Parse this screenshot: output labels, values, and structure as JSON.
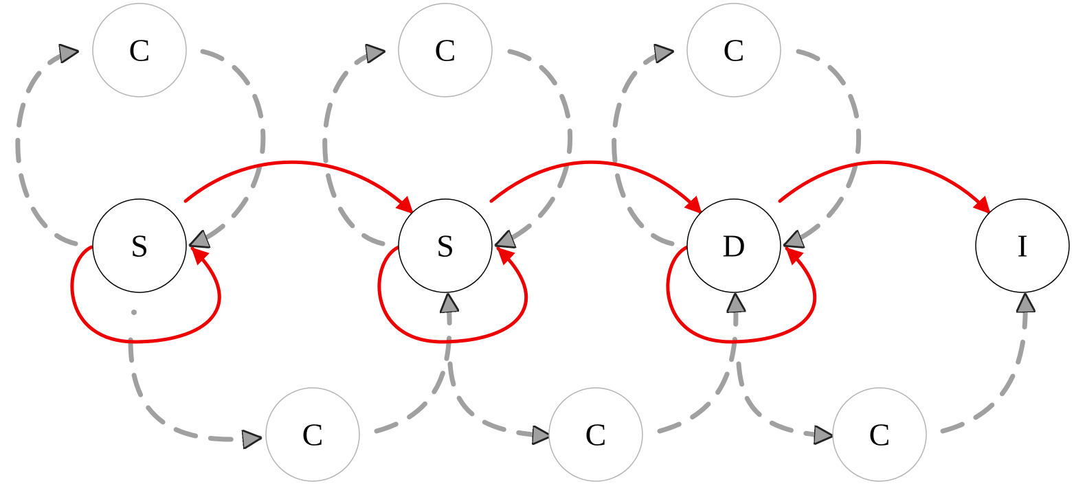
{
  "diagram": {
    "main_nodes": [
      {
        "id": "s1",
        "label": "S"
      },
      {
        "id": "s2",
        "label": "S"
      },
      {
        "id": "d",
        "label": "D"
      },
      {
        "id": "i",
        "label": "I"
      }
    ],
    "top_nodes": [
      {
        "id": "ct1",
        "label": "C"
      },
      {
        "id": "ct2",
        "label": "C"
      },
      {
        "id": "ct3",
        "label": "C"
      }
    ],
    "bottom_nodes": [
      {
        "id": "cb1",
        "label": "C"
      },
      {
        "id": "cb2",
        "label": "C"
      },
      {
        "id": "cb3",
        "label": "C"
      }
    ]
  },
  "colors": {
    "main_edge": "#ee0000",
    "aux_edge": "#a0a0a0",
    "main_node_stroke": "#000000",
    "aux_node_stroke": "#b4b4b4"
  }
}
